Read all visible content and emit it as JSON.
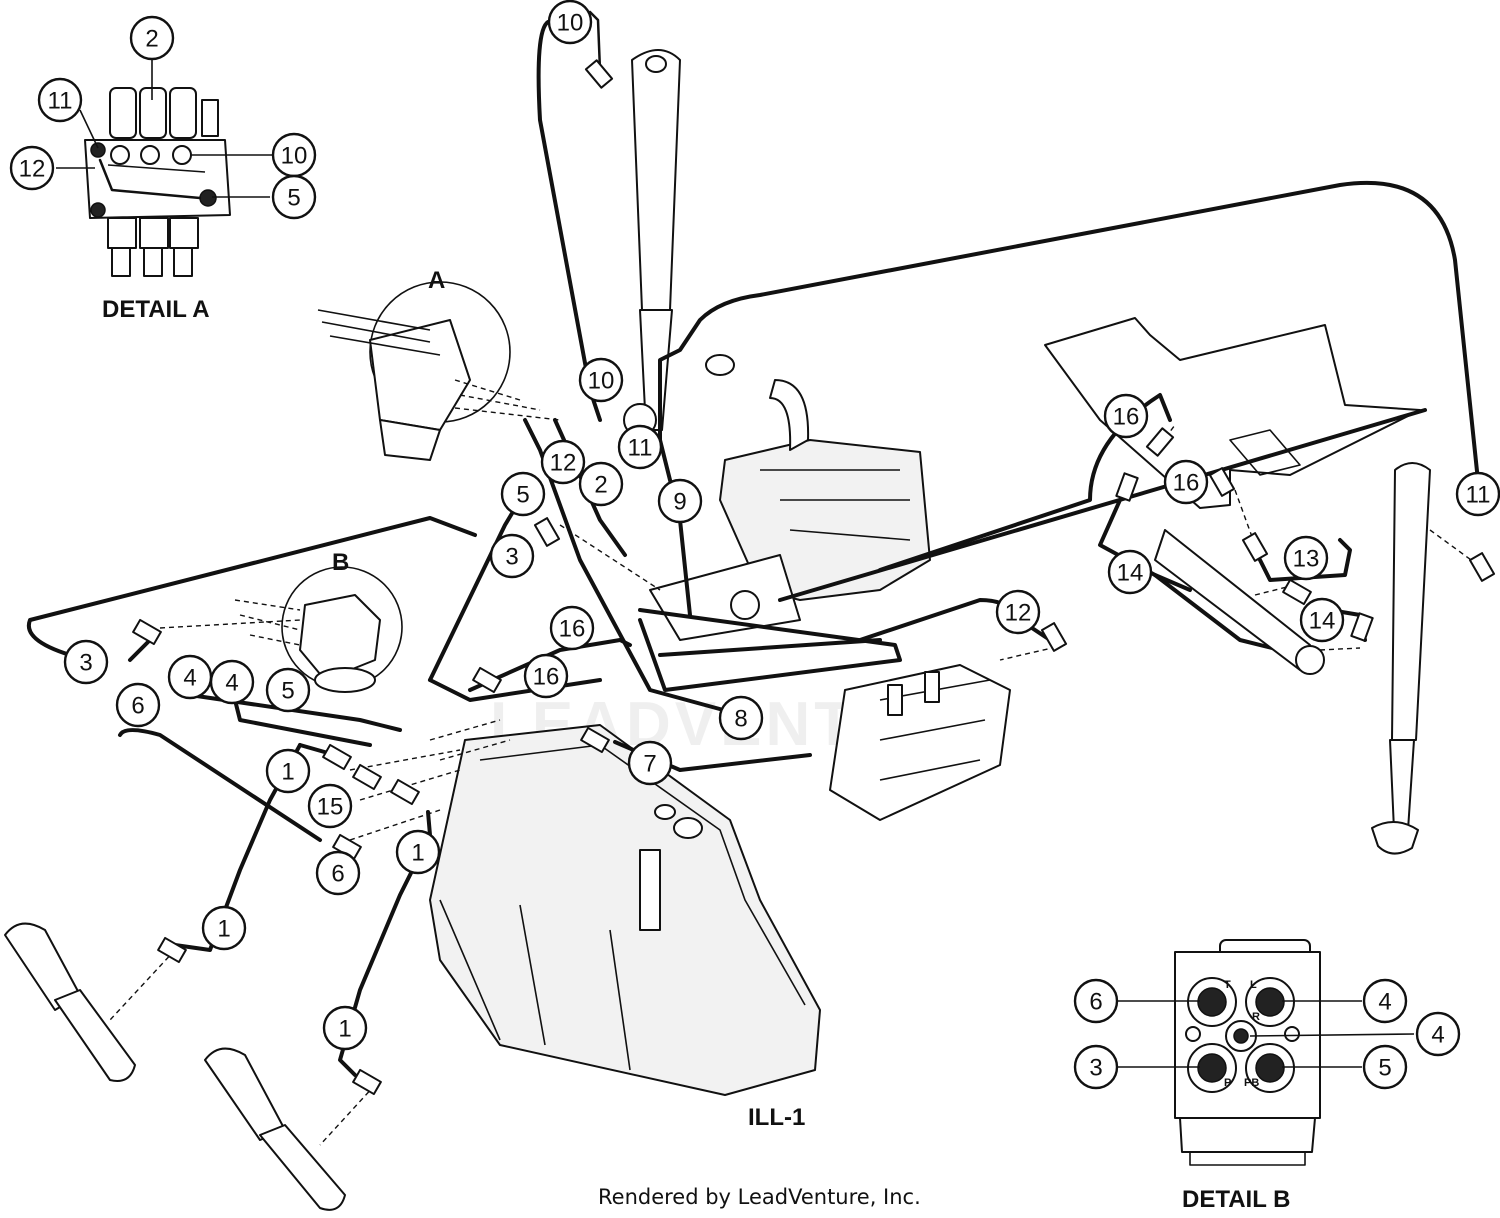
{
  "labels": {
    "detail_a": "DETAIL A",
    "detail_b": "DETAIL B",
    "view_a": "A",
    "view_b": "B",
    "illustration": "ILL-1",
    "footer": "Rendered by LeadVenture, Inc.",
    "watermark": "LEADVENTURE"
  },
  "port_letters": {
    "t": "T",
    "l": "L",
    "r": "R",
    "p": "P",
    "pb": "PB"
  },
  "callouts": [
    {
      "id": "da-2",
      "n": "2"
    },
    {
      "id": "da-11",
      "n": "11"
    },
    {
      "id": "da-12",
      "n": "12"
    },
    {
      "id": "da-10",
      "n": "10"
    },
    {
      "id": "da-5",
      "n": "5"
    },
    {
      "id": "top-10",
      "n": "10"
    },
    {
      "id": "mid-10",
      "n": "10"
    },
    {
      "id": "mid-11",
      "n": "11"
    },
    {
      "id": "mid-12",
      "n": "12"
    },
    {
      "id": "mid-2",
      "n": "2"
    },
    {
      "id": "mid-9",
      "n": "9"
    },
    {
      "id": "mid-5",
      "n": "5"
    },
    {
      "id": "mid-3",
      "n": "3"
    },
    {
      "id": "left-3",
      "n": "3"
    },
    {
      "id": "left-6",
      "n": "6"
    },
    {
      "id": "left-4a",
      "n": "4"
    },
    {
      "id": "left-4b",
      "n": "4"
    },
    {
      "id": "left-5",
      "n": "5"
    },
    {
      "id": "c-16a",
      "n": "16"
    },
    {
      "id": "c-16b",
      "n": "16"
    },
    {
      "id": "c-8",
      "n": "8"
    },
    {
      "id": "c-7",
      "n": "7"
    },
    {
      "id": "l-1a",
      "n": "1"
    },
    {
      "id": "l-15",
      "n": "15"
    },
    {
      "id": "l-6",
      "n": "6"
    },
    {
      "id": "l-1b",
      "n": "1"
    },
    {
      "id": "l-1c",
      "n": "1"
    },
    {
      "id": "l-1d",
      "n": "1"
    },
    {
      "id": "r-12",
      "n": "12"
    },
    {
      "id": "r-16a",
      "n": "16"
    },
    {
      "id": "r-16b",
      "n": "16"
    },
    {
      "id": "r-14a",
      "n": "14"
    },
    {
      "id": "r-13",
      "n": "13"
    },
    {
      "id": "r-14b",
      "n": "14"
    },
    {
      "id": "r-11",
      "n": "11"
    },
    {
      "id": "db-6",
      "n": "6"
    },
    {
      "id": "db-4a",
      "n": "4"
    },
    {
      "id": "db-4b",
      "n": "4"
    },
    {
      "id": "db-3",
      "n": "3"
    },
    {
      "id": "db-5",
      "n": "5"
    }
  ]
}
